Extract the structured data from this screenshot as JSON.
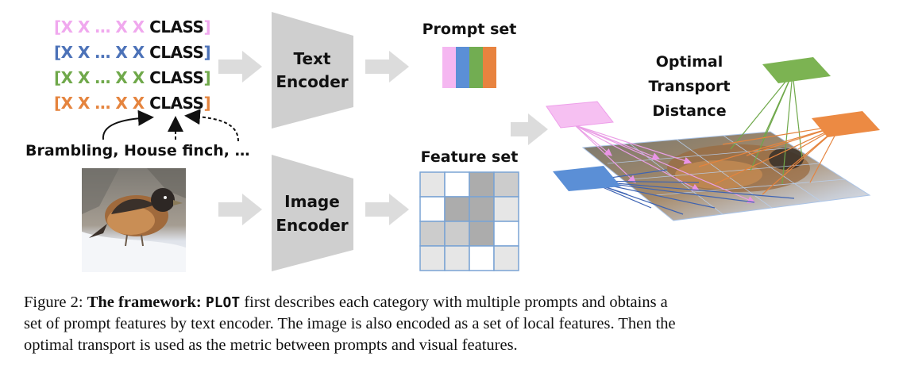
{
  "prompts": [
    {
      "open": "[",
      "tokens": "X X … X X",
      "cls": "CLASS",
      "close": "]",
      "color": "#f0a8ee"
    },
    {
      "open": "[",
      "tokens": "X X … X X",
      "cls": "CLASS",
      "close": "]",
      "color": "#4c72b8"
    },
    {
      "open": "[",
      "tokens": "X X … X X",
      "cls": "CLASS",
      "close": "]",
      "color": "#6fa84a"
    },
    {
      "open": "[",
      "tokens": "X X … X X",
      "cls": "CLASS",
      "close": "]",
      "color": "#e5843e"
    }
  ],
  "class_names": "Brambling, House finch, …",
  "text_encoder": {
    "line1": "Text",
    "line2": "Encoder"
  },
  "image_encoder": {
    "line1": "Image",
    "line2": "Encoder"
  },
  "prompt_set": {
    "title": "Prompt set",
    "bar_colors": [
      "#f5b7f1",
      "#5b8fd6",
      "#72ad52",
      "#e8833f"
    ]
  },
  "feature_set": {
    "title": "Feature set",
    "grid": [
      [
        "light",
        "white",
        "dark",
        "mid"
      ],
      [
        "white",
        "dark",
        "dark",
        "light"
      ],
      [
        "mid",
        "mid",
        "dark",
        "white"
      ],
      [
        "light",
        "light",
        "white",
        "light"
      ]
    ],
    "colors": {
      "white": "#ffffff",
      "light": "#e6e6e6",
      "mid": "#cccccc",
      "dark": "#acacac",
      "line": "#7aa3d4"
    }
  },
  "ot": {
    "line1": "Optimal",
    "line2": "Transport",
    "line3": "Distance"
  },
  "caption": {
    "prefix": "Figure 2: ",
    "bold": "The framework:",
    "mono": "PLOT",
    "text1": " first describes each category with multiple prompts and obtains a",
    "line2": "set of prompt features by text encoder. The image is also encoded as a set of local features. Then the",
    "line3": "optimal transport is used as the metric between prompts and visual features."
  }
}
